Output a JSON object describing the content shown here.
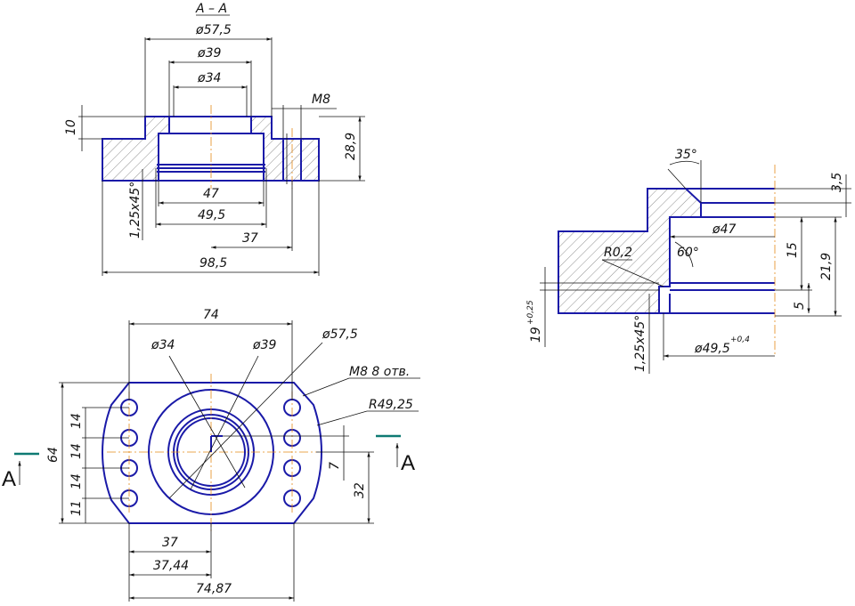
{
  "section_view": {
    "title": "A – A",
    "dim_d57": "ø57,5",
    "dim_d39": "ø39",
    "dim_d34": "ø34",
    "dim_m8": "M8",
    "dim_10": "10",
    "dim_28_9": "28,9",
    "dim_47": "47",
    "dim_49_5": "49,5",
    "dim_37": "37",
    "dim_98_5": "98,5",
    "dim_chamfer": "1,25x45°"
  },
  "plan_view": {
    "dim_74": "74",
    "dim_d34": "ø34",
    "dim_d39": "ø39",
    "dim_d57": "ø57,5",
    "dim_m8_holes": "M8   8 отв.",
    "dim_r49": "R49,25",
    "dim_64": "64",
    "dim_14a": "14",
    "dim_14b": "14",
    "dim_14c": "14",
    "dim_11": "11",
    "dim_7": "7",
    "dim_32": "32",
    "dim_37": "37",
    "dim_37_44": "37,44",
    "dim_74_87": "74,87",
    "section_label_left": "A",
    "section_label_right": "A"
  },
  "detail_view": {
    "dim_35deg": "35°",
    "dim_3_5": "3,5",
    "dim_d47": "ø47",
    "dim_15": "15",
    "dim_21_9": "21,9",
    "dim_r0_2": "R0,2",
    "dim_60deg": "60°",
    "dim_5": "5",
    "dim_19": "19",
    "dim_19_tol": "+0,25",
    "dim_chamfer": "1,25x45°",
    "dim_d49_5": "ø49,5",
    "dim_d49_5_tol": "+0,4"
  },
  "colors": {
    "part_outline": "#1a1aa8",
    "center_line": "#e58a1a",
    "section_marker": "#0e7a73",
    "dimension": "#111111"
  }
}
